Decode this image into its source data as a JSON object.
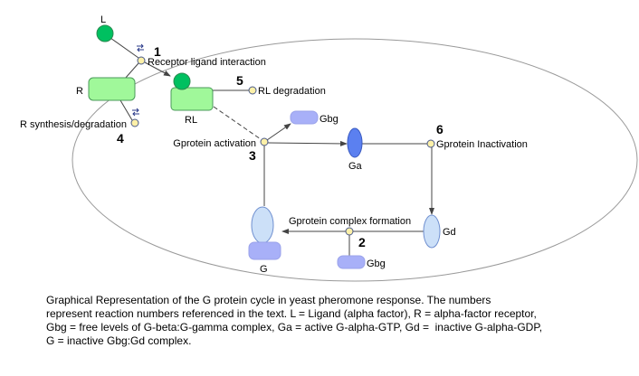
{
  "nodes": {
    "L": "L",
    "R": "R",
    "RL": "RL",
    "Gbg_top": "Gbg",
    "Ga": "Ga",
    "Gd": "Gd",
    "G": "G",
    "Gbg_bottom": "Gbg"
  },
  "reactions": [
    {
      "number": "1",
      "label": "Receptor ligand interaction"
    },
    {
      "number": "2",
      "label": "Gprotein complex formation"
    },
    {
      "number": "3",
      "label": "Gprotein activation"
    },
    {
      "number": "4",
      "label": "R synthesis/degradation"
    },
    {
      "number": "5",
      "label": "RL degradation"
    },
    {
      "number": "6",
      "label": "Gprotein Inactivation"
    }
  ],
  "colors": {
    "ligand": "#00c060",
    "receptor": "#a0f89a",
    "reaction_node": "#fdf0a8",
    "Ga": "#5b80f0",
    "Gbg": "#a8b0f8",
    "G_inactive": "#cce0f8"
  },
  "caption": [
    "Graphical Representation of the G protein cycle in yeast pheromone response. The numbers",
    "represent reaction numbers referenced in the text. L = Ligand (alpha factor), R = alpha-factor receptor,",
    "Gbg = free levels of G-beta:G-gamma complex, Ga = active G-alpha-GTP, Gd =  inactive G-alpha-GDP,",
    "G = inactive Gbg:Gd complex."
  ]
}
